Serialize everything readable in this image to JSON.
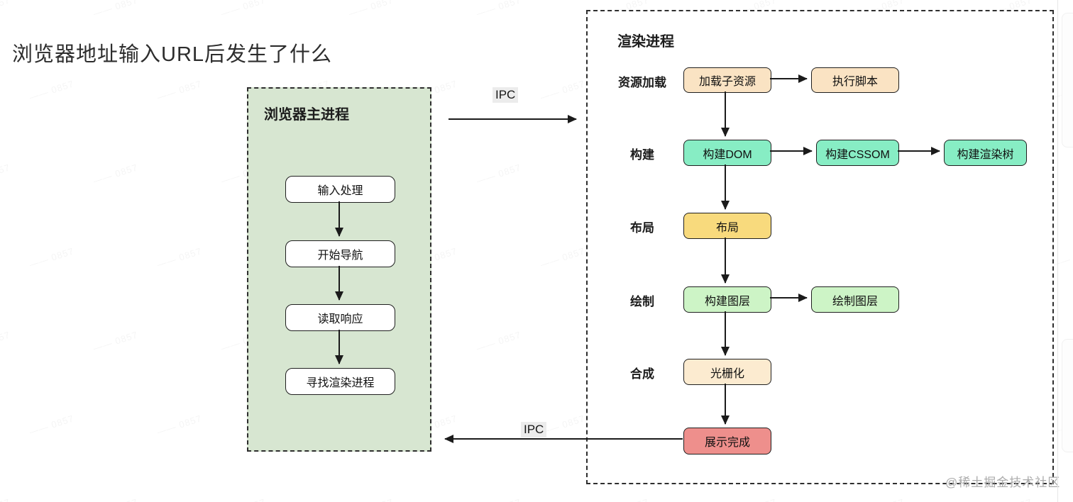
{
  "page": {
    "title": "浏览器地址输入URL后发生了什么",
    "watermark_tile": "—— 0857",
    "credit": "@稀土掘金技术社区"
  },
  "colors": {
    "panel_green_bg": "#d7e6d1",
    "peach": "#fae3c3",
    "mint": "#87edc4",
    "yellow": "#f8da7d",
    "light_green": "#cdf4c6",
    "cream": "#fcebd0",
    "salmon": "#ee8f8c",
    "white": "#ffffff"
  },
  "ipc": {
    "top_label": "IPC",
    "bottom_label": "IPC"
  },
  "main_process": {
    "title": "浏览器主进程",
    "steps": [
      "输入处理",
      "开始导航",
      "读取响应",
      "寻找渲染进程"
    ]
  },
  "render_process": {
    "title": "渲染进程",
    "rows": [
      {
        "label": "资源加载",
        "boxes": [
          "加载子资源",
          "执行脚本"
        ]
      },
      {
        "label": "构建",
        "boxes": [
          "构建DOM",
          "构建CSSOM",
          "构建渲染树"
        ]
      },
      {
        "label": "布局",
        "boxes": [
          "布局"
        ]
      },
      {
        "label": "绘制",
        "boxes": [
          "构建图层",
          "绘制图层"
        ]
      },
      {
        "label": "合成",
        "boxes": [
          "光栅化"
        ]
      }
    ],
    "final_step": "展示完成"
  }
}
